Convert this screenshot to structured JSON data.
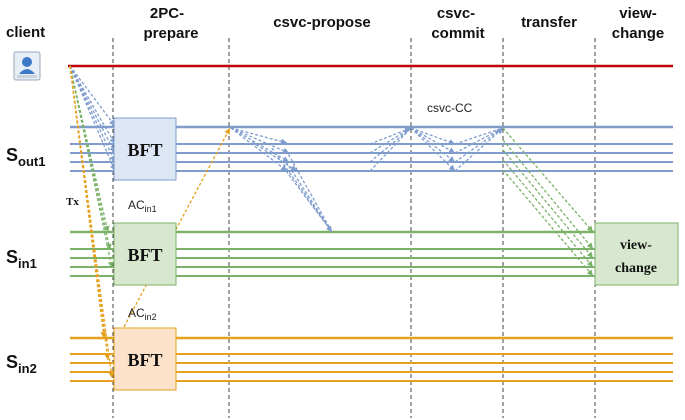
{
  "phases": {
    "client": "client",
    "prepare_line1": "2PC-",
    "prepare_line2": "prepare",
    "propose": "csvc-propose",
    "commit_line1": "csvc-",
    "commit_line2": "commit",
    "transfer": "transfer",
    "viewchange_line1": "view-",
    "viewchange_line2": "change"
  },
  "rows": {
    "out1": {
      "main": "S",
      "sub": "out1"
    },
    "in1": {
      "main": "S",
      "sub": "in1"
    },
    "in2": {
      "main": "S",
      "sub": "in2"
    }
  },
  "boxes": {
    "bft_out1": "BFT",
    "bft_in1": "BFT",
    "bft_in2": "BFT",
    "viewchange_line1": "view-",
    "viewchange_line2": "change"
  },
  "labels": {
    "csvc_cc": "csvc-CC",
    "ac_in1_main": "AC",
    "ac_in1_sub": "in1",
    "ac_in2_main": "AC",
    "ac_in2_sub": "in2",
    "tx": "Tx"
  },
  "colors": {
    "client_line": "#c0000b",
    "out1": "#7f9ccd",
    "in1": "#7bb268",
    "in2": "#e5a11c",
    "bft_out1_fill": "#dce6f4",
    "bft_in1_fill": "#d8e8cf",
    "bft_in2_fill": "#fde2cb",
    "viewchange_fill": "#d8e8cf"
  },
  "icons": {
    "client": "client-computer-icon"
  }
}
